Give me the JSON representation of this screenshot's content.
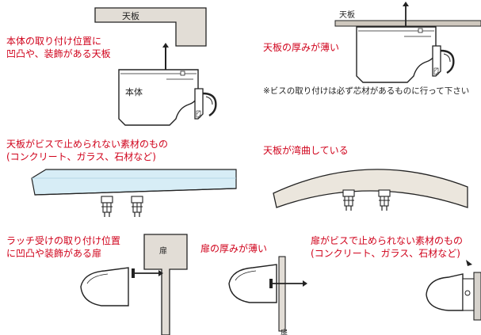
{
  "panels": [
    {
      "caption_lines": [
        "本体の取り付け位置に",
        "凹凸や、装飾がある天板"
      ],
      "labels": {
        "top": "天板",
        "body": "本体"
      }
    },
    {
      "caption_lines": [
        "天板の厚みが薄い"
      ],
      "labels": {
        "top": "天板"
      },
      "note": "※ビスの取り付けは必ず芯材があるものに行って下さい"
    },
    {
      "caption_lines": [
        "天板がビスで止められない素材のもの",
        "(コンクリート、ガラス、石材など)"
      ]
    },
    {
      "caption_lines": [
        "天板が湾曲している"
      ]
    },
    {
      "caption_lines": [
        "ラッチ受けの取り付け位置",
        "に凹凸や装飾がある扉"
      ],
      "labels": {
        "door": "扉"
      }
    },
    {
      "caption_lines": [
        "扉の厚みが薄い"
      ],
      "labels": {
        "door": "扉"
      }
    },
    {
      "caption_lines": [
        "扉がビスで止められない素材のもの",
        "(コンクリート、ガラス、石材など)"
      ]
    }
  ],
  "colors": {
    "caption": "#d0021b",
    "line": "#222222",
    "board": "#e2ddd6",
    "glass": "#d7edf6",
    "curved": "#ebe6dd"
  }
}
